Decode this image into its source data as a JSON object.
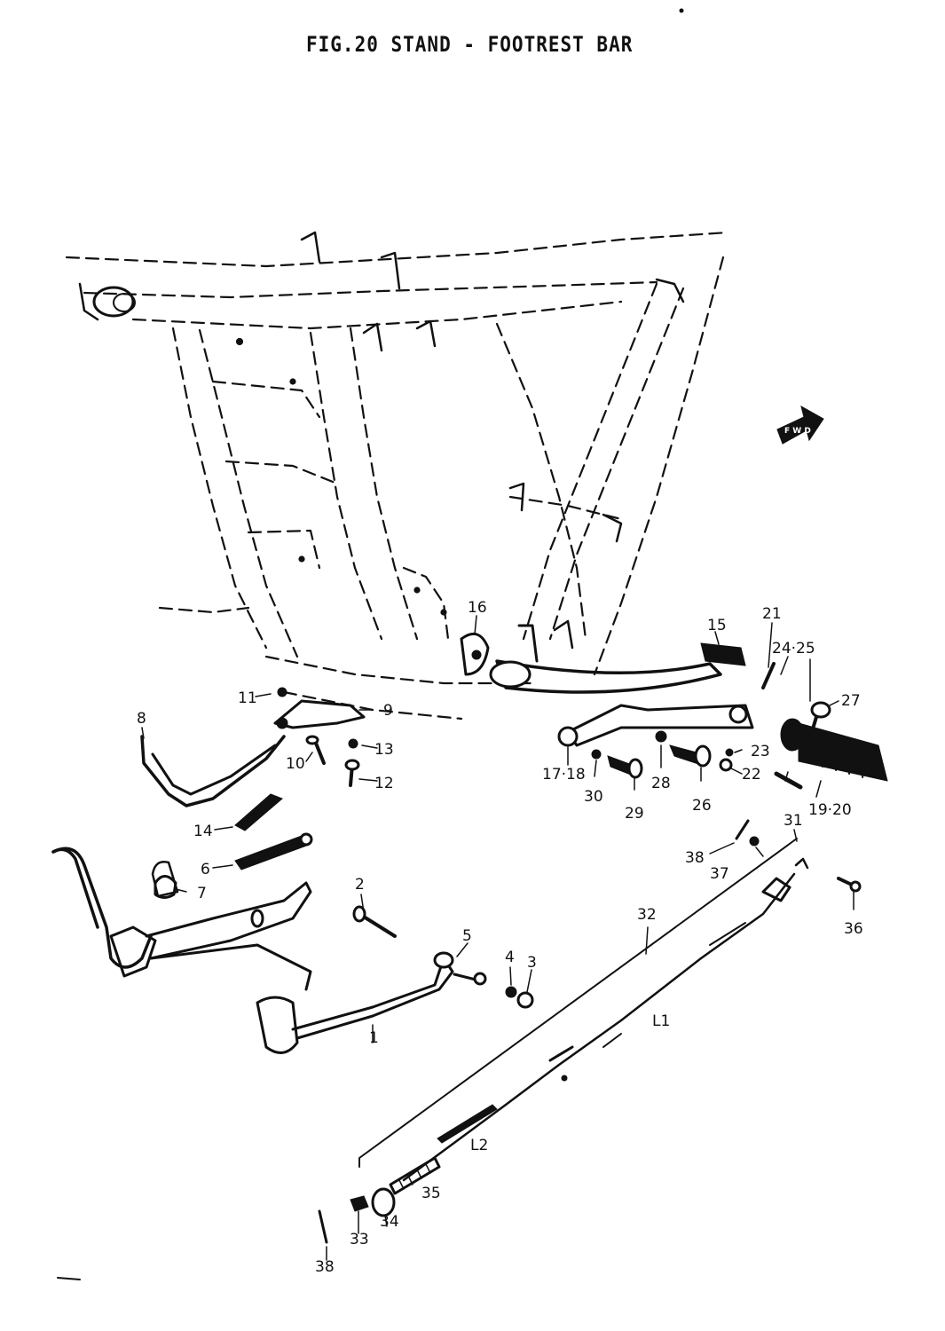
{
  "figure": {
    "title": "FIG.20  STAND - FOOTREST BAR"
  },
  "direction_badge": {
    "text": "F W D",
    "icon": "arrow-right-icon"
  },
  "callouts": {
    "c1": "1",
    "c2": "2",
    "c3": "3",
    "c4": "4",
    "c5": "5",
    "c6": "6",
    "c7": "7",
    "c8": "8",
    "c9": "9",
    "c10": "10",
    "c11": "11",
    "c12": "12",
    "c13": "13",
    "c14": "14",
    "c15": "15",
    "c16": "16",
    "c17_18": "17·18",
    "c19_20": "19·20",
    "c21": "21",
    "c22": "22",
    "c23": "23",
    "c24_25": "24·25",
    "c26": "26",
    "c27": "27",
    "c28": "28",
    "c29": "29",
    "c30": "30",
    "c31": "31",
    "c32": "32",
    "c33": "33",
    "c34": "34",
    "c35": "35",
    "c36": "36",
    "c37": "37",
    "c38a": "38",
    "c38b": "38",
    "cL1": "L1",
    "cL2": "L2"
  }
}
